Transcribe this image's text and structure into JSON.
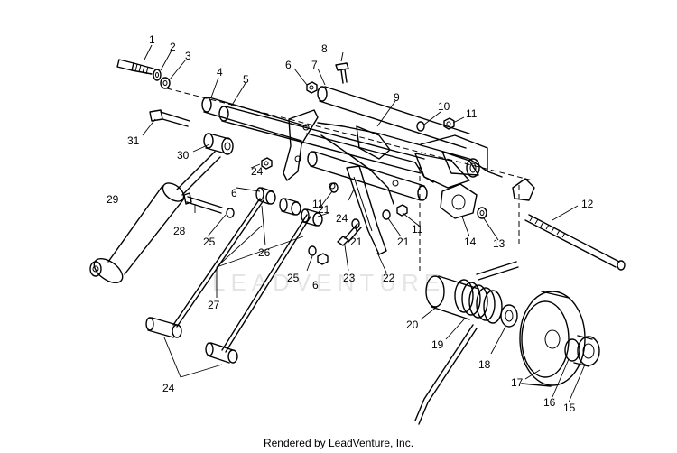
{
  "watermark": "LEADVENTURE",
  "credit": "Rendered by LeadVenture, Inc.",
  "callouts": [
    "1",
    "2",
    "3",
    "4",
    "5",
    "6",
    "7",
    "8",
    "9",
    "10",
    "11",
    "31",
    "30",
    "6",
    "24",
    "29",
    "28",
    "25",
    "26",
    "24",
    "21",
    "11",
    "21",
    "21",
    "11",
    "12",
    "14",
    "13",
    "23",
    "25",
    "6",
    "22",
    "27",
    "20",
    "19",
    "18",
    "17",
    "16",
    "15",
    "24"
  ]
}
